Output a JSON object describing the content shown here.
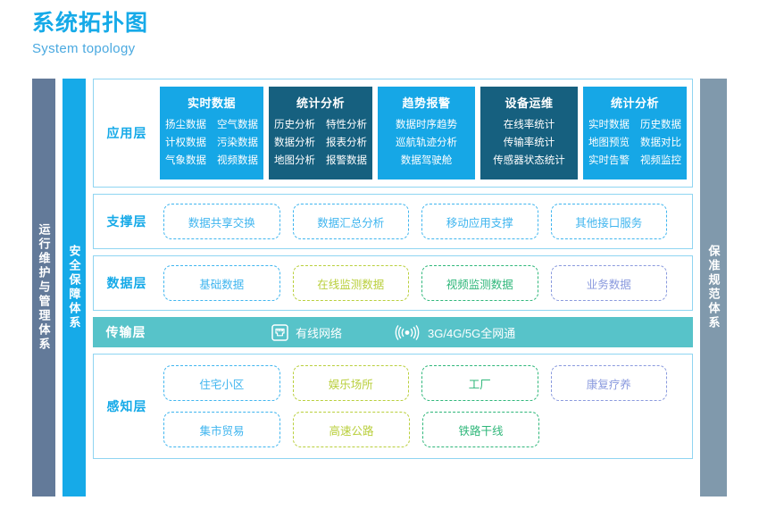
{
  "header": {
    "title_cn": "系统拓扑图",
    "title_en": "System topology"
  },
  "colors": {
    "accent_blue": "#16aae8",
    "card_blue": "#16a7e6",
    "card_dark": "#16607f",
    "teal_bar": "#57c3c9",
    "sidebar_gray": "#637a99",
    "sidebar_gray_light": "#8099ac",
    "chip_blue": "#3fb5ef",
    "chip_lime": "#b9cf3c",
    "chip_green": "#2fb77a",
    "chip_purple": "#8a9ade"
  },
  "sidebars": {
    "left_outer": "运行维护与管理体系",
    "left_inner": "安全保障体系",
    "right": "保准规范体系"
  },
  "layers": {
    "application": {
      "label": "应用层",
      "cards": [
        {
          "title": "实时数据",
          "style": "blue",
          "rows": [
            [
              "扬尘数据",
              "空气数据"
            ],
            [
              "计权数据",
              "污染数据"
            ],
            [
              "气象数据",
              "视频数据"
            ]
          ]
        },
        {
          "title": "统计分析",
          "style": "dark",
          "rows": [
            [
              "历史分析",
              "特性分析"
            ],
            [
              "数据分析",
              "报表分析"
            ],
            [
              "地图分析",
              "报警数据"
            ]
          ]
        },
        {
          "title": "趋势报警",
          "style": "blue",
          "rows": [
            [
              "数据时序趋势"
            ],
            [
              "巡航轨迹分析"
            ],
            [
              "数据驾驶舱"
            ]
          ]
        },
        {
          "title": "设备运维",
          "style": "dark",
          "rows": [
            [
              "在线率统计"
            ],
            [
              "传输率统计"
            ],
            [
              "传感器状态统计"
            ]
          ]
        },
        {
          "title": "统计分析",
          "style": "blue",
          "rows": [
            [
              "实时数据",
              "历史数据"
            ],
            [
              "地图预览",
              "数据对比"
            ],
            [
              "实时告警",
              "视频监控"
            ]
          ]
        }
      ]
    },
    "support": {
      "label": "支撑层",
      "chips": [
        {
          "text": "数据共享交换",
          "style": "c-blue"
        },
        {
          "text": "数据汇总分析",
          "style": "c-blue"
        },
        {
          "text": "移动应用支撑",
          "style": "c-blue"
        },
        {
          "text": "其他接口服务",
          "style": "c-blue"
        }
      ]
    },
    "data": {
      "label": "数据层",
      "chips": [
        {
          "text": "基础数据",
          "style": "c-blue"
        },
        {
          "text": "在线监测数据",
          "style": "c-lime"
        },
        {
          "text": "视频监测数据",
          "style": "c-green"
        },
        {
          "text": "业务数据",
          "style": "c-purple"
        }
      ]
    },
    "transmission": {
      "label": "传输层",
      "items": [
        {
          "icon": "ethernet-port-icon",
          "text": "有线网络"
        },
        {
          "icon": "wireless-signal-icon",
          "text": "3G/4G/5G全网通"
        }
      ]
    },
    "perception": {
      "label": "感知层",
      "rows": [
        [
          {
            "text": "住宅小区",
            "style": "c-blue"
          },
          {
            "text": "娱乐场所",
            "style": "c-lime"
          },
          {
            "text": "工厂",
            "style": "c-green"
          },
          {
            "text": "康复疗养",
            "style": "c-purple"
          }
        ],
        [
          {
            "text": "集市贸易",
            "style": "c-blue"
          },
          {
            "text": "高速公路",
            "style": "c-lime"
          },
          {
            "text": "铁路干线",
            "style": "c-green"
          },
          {
            "text": "",
            "style": "spacer"
          }
        ]
      ]
    }
  }
}
